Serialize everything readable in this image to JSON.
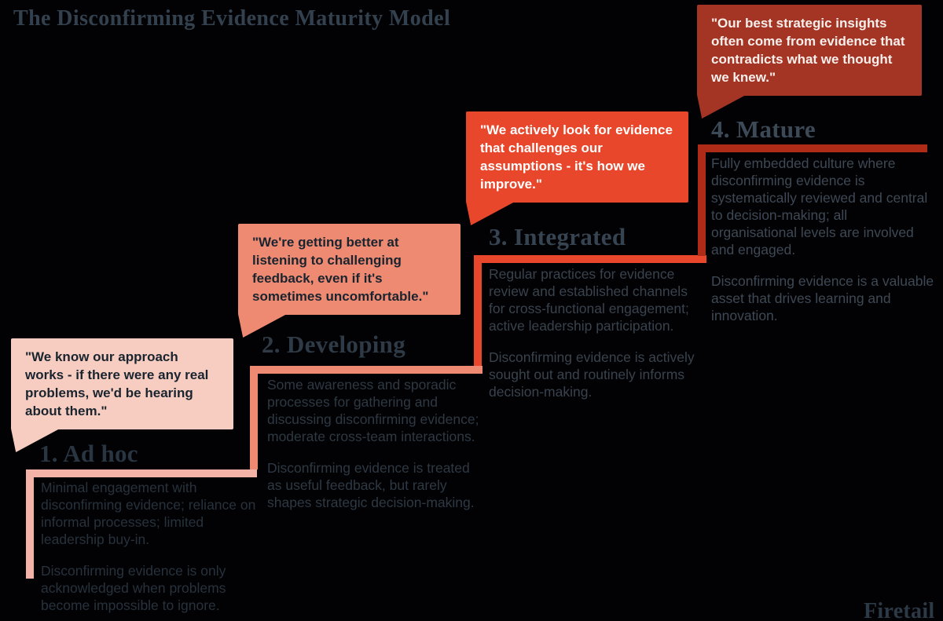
{
  "title": "The Disconfirming Evidence Maturity Model",
  "brand": "Firetail",
  "colors": {
    "background": "#020204",
    "title_text": "#33414f",
    "brand_text": "#2c3946"
  },
  "stages": [
    {
      "name": "Ad hoc",
      "heading": "1. Ad hoc",
      "quote": "\"We know our approach works - if there were any real problems, we'd be hearing about them.\"",
      "paragraphs": [
        "Minimal engagement with disconfirming evidence; reliance on informal processes; limited leadership buy-in.",
        "Disconfirming evidence is only acknowledged when problems become impossible to ignore."
      ],
      "bubble_color": "#f8cdc1",
      "bubble_text_color": "#19242f",
      "line_color": "#f4b3a6",
      "heading_color": "#293541",
      "body_color": "#27323d"
    },
    {
      "name": "Developing",
      "heading": "2. Developing",
      "quote": "\"We're getting better at listening to challenging feedback, even if it's sometimes uncomfortable.\"",
      "paragraphs": [
        "Some awareness and sporadic processes for gathering and discussing disconfirming evidence; moderate cross-team interactions.",
        "Disconfirming evidence is treated as useful feedback, but rarely shapes strategic decision-making."
      ],
      "bubble_color": "#ee8a72",
      "bubble_text_color": "#19242f",
      "line_color": "#ee8a72",
      "heading_color": "#2e3b47",
      "body_color": "#2e3944"
    },
    {
      "name": "Integrated",
      "heading": "3. Integrated",
      "quote": "\"We actively look for evidence that challenges our assumptions - it's how we improve.\"",
      "paragraphs": [
        "Regular practices for evidence review and established channels for cross-functional engagement; active leadership participation.",
        "Disconfirming evidence is actively sought out and routinely informs decision-making."
      ],
      "bubble_color": "#e8472b",
      "bubble_text_color": "#ffffff",
      "line_color": "#e8472b",
      "heading_color": "#364350",
      "body_color": "#39434e"
    },
    {
      "name": "Mature",
      "heading": "4. Mature",
      "quote": "\"Our best strategic insights often come from evidence that contradicts what we thought we knew.\"",
      "paragraphs": [
        "Fully embedded culture where disconfirming evidence is systematically reviewed and central to decision-making; all organisational levels are involved and engaged.",
        "Disconfirming evidence is a valuable asset that drives learning and innovation."
      ],
      "bubble_color": "#a43524",
      "bubble_text_color": "#f7efec",
      "line_color": "#ae2b17",
      "heading_color": "#3c4956",
      "body_color": "#3e4955"
    }
  ]
}
